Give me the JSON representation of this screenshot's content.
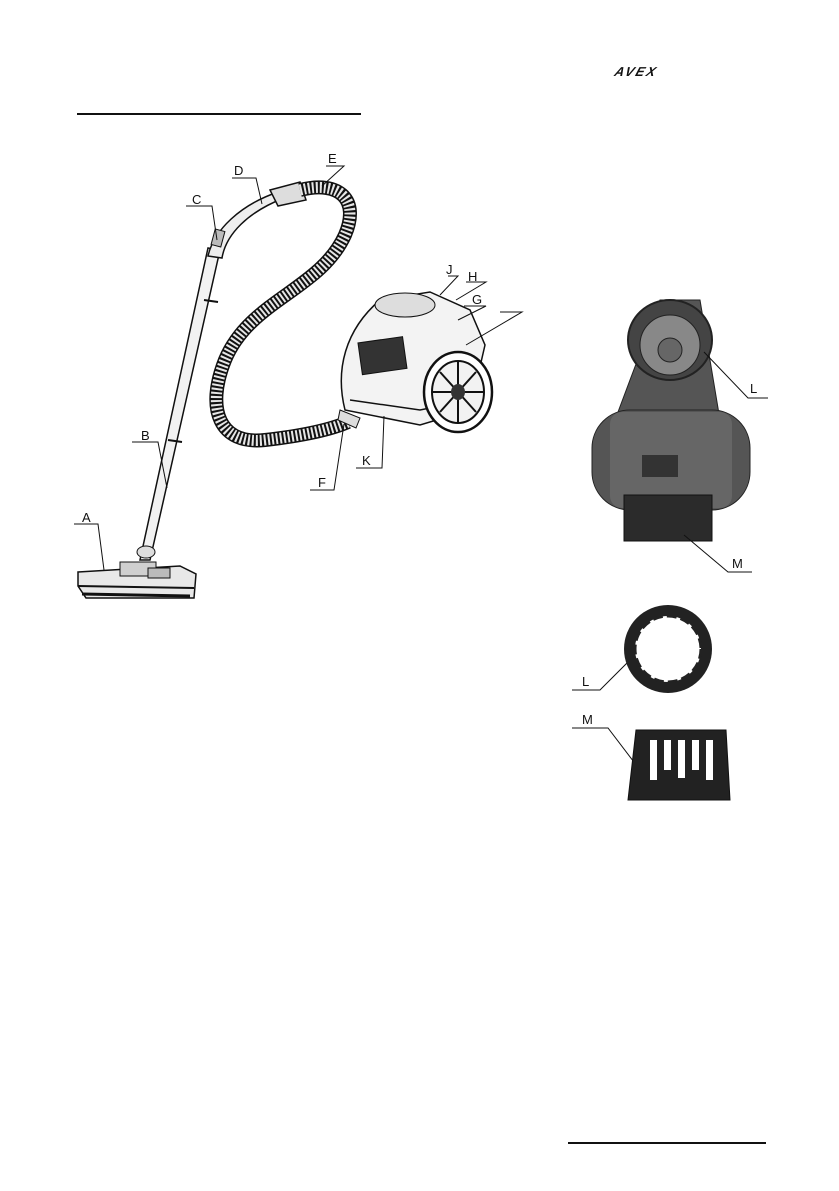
{
  "header": {
    "logo_text": "AVEX"
  },
  "figure_main": {
    "labels": {
      "a": "A",
      "b": "B",
      "c": "C",
      "d": "D",
      "e": "E",
      "f": "F",
      "g": "G",
      "h": "H",
      "j": "J",
      "k": "K"
    }
  },
  "figure_side": {
    "labels": {
      "l1": "L",
      "m1": "M",
      "l2": "L",
      "m2": "M"
    }
  }
}
